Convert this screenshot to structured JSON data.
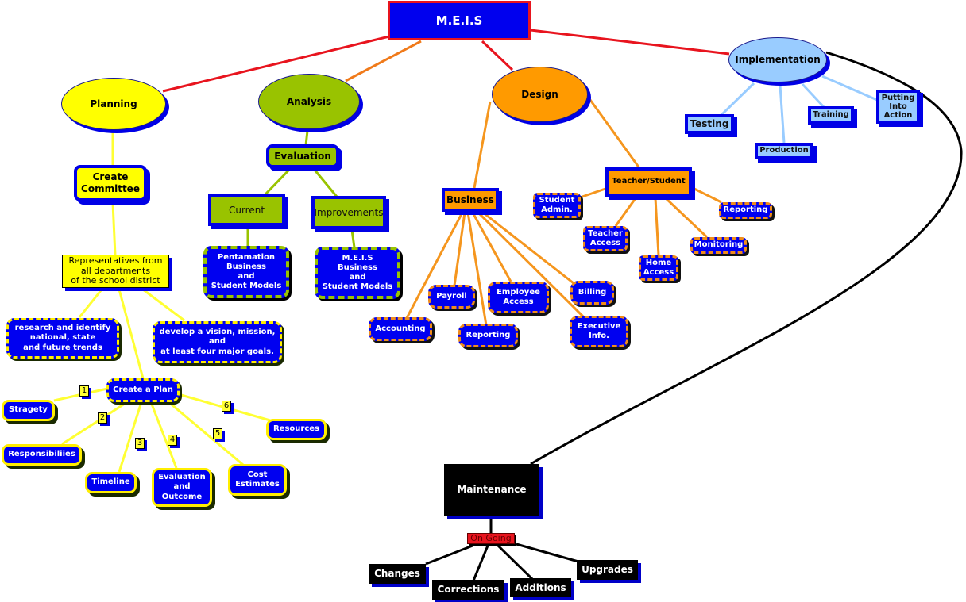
{
  "title": "M.E.I.S",
  "colors": {
    "root_fill": "#0000ee",
    "root_border": "#e8141e",
    "planning": "#ffff00",
    "analysis": "#99c300",
    "design": "#ff9a00",
    "implementation": "#99ccff",
    "maintenance": "#000000",
    "on_going": "#e8141e"
  },
  "branches": {
    "planning": {
      "label": "Planning",
      "create_committee": "Create\nCommittee",
      "representatives": "Representatives from\nall departments\nof the school district",
      "research": "research and identify\nnational, state\nand future trends",
      "vision": "develop a vision, mission,\nand\nat least four major goals.",
      "create_plan": "Create a Plan",
      "plan_items": [
        {
          "num": "1",
          "label": "Stragety"
        },
        {
          "num": "2",
          "label": "Responsibiliies"
        },
        {
          "num": "3",
          "label": "Timeline"
        },
        {
          "num": "4",
          "label": "Evaluation\nand\nOutcome"
        },
        {
          "num": "5",
          "label": "Cost\nEstimates"
        },
        {
          "num": "6",
          "label": "Resources"
        }
      ]
    },
    "analysis": {
      "label": "Analysis",
      "evaluation": "Evaluation",
      "current": "Current",
      "improvements": "Improvements",
      "current_model": "Pentamation\nBusiness\nand\nStudent Models",
      "improved_model": "M.E.I.S\nBusiness\nand\nStudent Models"
    },
    "design": {
      "label": "Design",
      "business": "Business",
      "business_items": [
        "Accounting",
        "Payroll",
        "Reporting",
        "Employee\nAccess",
        "Billing",
        "Executive\nInfo."
      ],
      "teacher_student": "Teacher/Student",
      "teacher_student_items": [
        "Student\nAdmin.",
        "Teacher\nAccess",
        "Home\nAccess",
        "Monitoring",
        "Reporting"
      ]
    },
    "implementation": {
      "label": "Implementation",
      "items": [
        "Testing",
        "Production",
        "Training",
        "Putting\nInto\nAction"
      ]
    },
    "maintenance": {
      "label": "Maintenance",
      "link_label": "On Going",
      "items": [
        "Changes",
        "Corrections",
        "Additions",
        "Upgrades"
      ]
    }
  }
}
